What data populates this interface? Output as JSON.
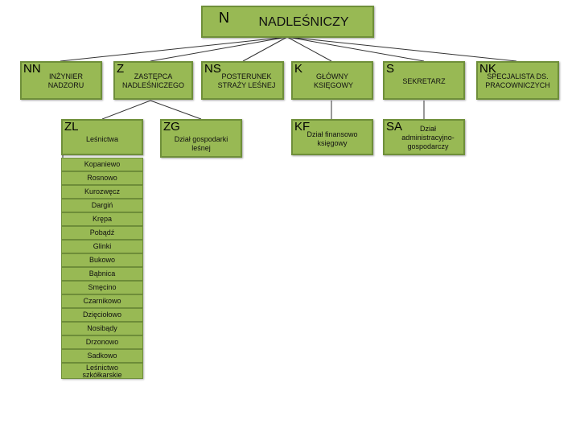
{
  "chart": {
    "top": {
      "code": "N",
      "title": "NADLEŚNICZY"
    },
    "level1": [
      {
        "code": "NN",
        "title": "INŻYNIER NADZORU"
      },
      {
        "code": "Z",
        "title": "ZASTĘPCA NADLEŚNICZEGO"
      },
      {
        "code": "NS",
        "title": "POSTERUNEK STRAŻY LEŚNEJ"
      },
      {
        "code": "K",
        "title": "GŁÓWNY KSIĘGOWY"
      },
      {
        "code": "S",
        "title": "SEKRETARZ"
      },
      {
        "code": "NK",
        "title": "SPECJALISTA DS. PRACOWNICZYCH"
      }
    ],
    "zl": {
      "code": "ZL",
      "title": "Leśnictwa"
    },
    "zg": {
      "code": "ZG",
      "title": "Dział gospodarki leśnej"
    },
    "kf": {
      "code": "KF",
      "title": "Dział finansowo księgowy"
    },
    "sa": {
      "code": "SA",
      "title": "Dział administracyjno-gospodarczy"
    },
    "forestries": [
      "Kopaniewo",
      "Rosnowo",
      "Kurozwęcz",
      "Dargiń",
      "Krępa",
      "Pobądź",
      "Glinki",
      "Bukowo",
      "Bąbnica",
      "Smęcino",
      "Czarnikowo",
      "Dzięciołowo",
      "Nosibądy",
      "Drzonowo",
      "Sadkowo",
      "Leśnictwo szkółkarskie"
    ]
  }
}
